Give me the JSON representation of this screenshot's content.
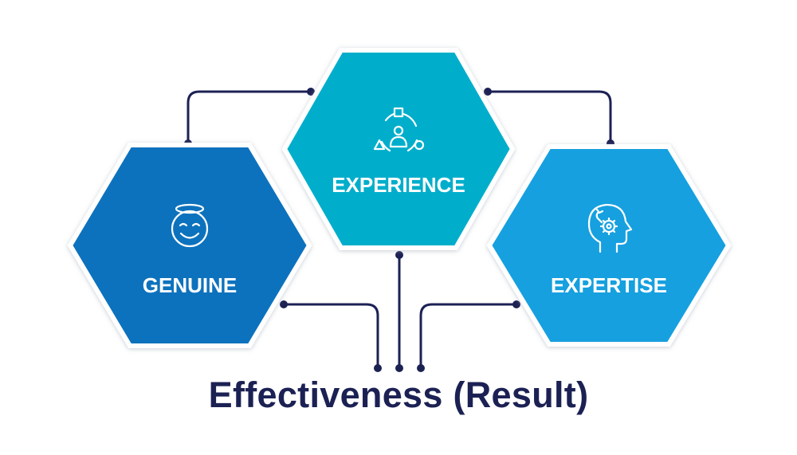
{
  "hexagons": [
    {
      "label": "GENUINE",
      "icon": "smiling-angel-face-icon",
      "color": "#0a72bd"
    },
    {
      "label": "EXPERIENCE",
      "icon": "user-with-shapes-cycle-icon",
      "color": "#00aecb"
    },
    {
      "label": "EXPERTISE",
      "icon": "head-with-gear-and-wrench-icon",
      "color": "#12a0df"
    }
  ],
  "result": {
    "title": "Effectiveness (Result)"
  },
  "colors": {
    "connector": "#1c2154",
    "hex_border": "#ffffff",
    "shadow": "#cfd6de"
  }
}
